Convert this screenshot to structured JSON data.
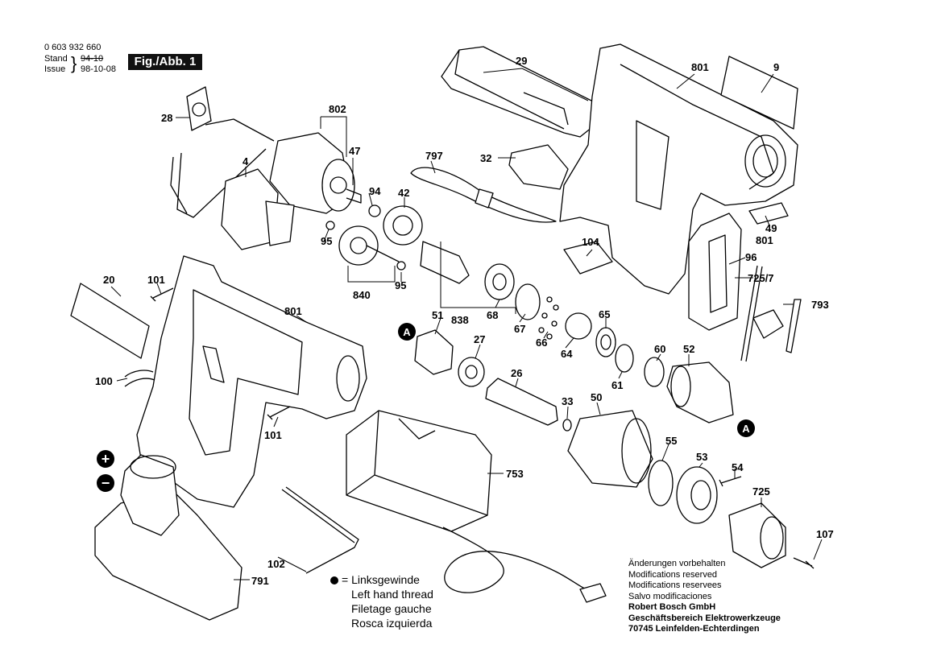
{
  "header": {
    "part_number": "0 603 932 660",
    "stand_label": "Stand",
    "stand_value": "94-10",
    "issue_label": "Issue",
    "issue_value": "98-10-08",
    "figure": "Fig./Abb. 1"
  },
  "labels": {
    "l29": "29",
    "l801a": "801",
    "l9": "9",
    "l802": "802",
    "l28": "28",
    "l47": "47",
    "l797": "797",
    "l32": "32",
    "l4": "4",
    "l94": "94",
    "l42": "42",
    "l49": "49",
    "l801b": "801",
    "l95a": "95",
    "l104": "104",
    "l96": "96",
    "l7257": "725/7",
    "l20": "20",
    "l101a": "101",
    "l840": "840",
    "l95b": "95",
    "l801c": "801",
    "l793": "793",
    "l51": "51",
    "l68": "68",
    "l838": "838",
    "l65": "65",
    "l27": "27",
    "l67": "67",
    "l66": "66",
    "l64": "64",
    "l60": "60",
    "l52": "52",
    "l100": "100",
    "l26": "26",
    "l61": "61",
    "l33": "33",
    "l50": "50",
    "l101b": "101",
    "l55": "55",
    "l753": "753",
    "l53": "53",
    "l54": "54",
    "l725": "725",
    "l107": "107",
    "l102": "102",
    "l791": "791",
    "markerA1": "A",
    "markerA2": "A",
    "plus": "+",
    "minus": "−"
  },
  "legend": {
    "line1": "= Linksgewinde",
    "line2": "Left hand thread",
    "line3": "Filetage gauche",
    "line4": "Rosca izquierda"
  },
  "notes": {
    "line1": "Änderungen vorbehalten",
    "line2": "Modifications reserved",
    "line3": "Modifications reservees",
    "line4": "Salvo modificaciones",
    "line5": "Robert Bosch GmbH",
    "line6": "Geschäftsbereich Elektrowerkzeuge",
    "line7": "70745 Leinfelden-Echterdingen"
  }
}
